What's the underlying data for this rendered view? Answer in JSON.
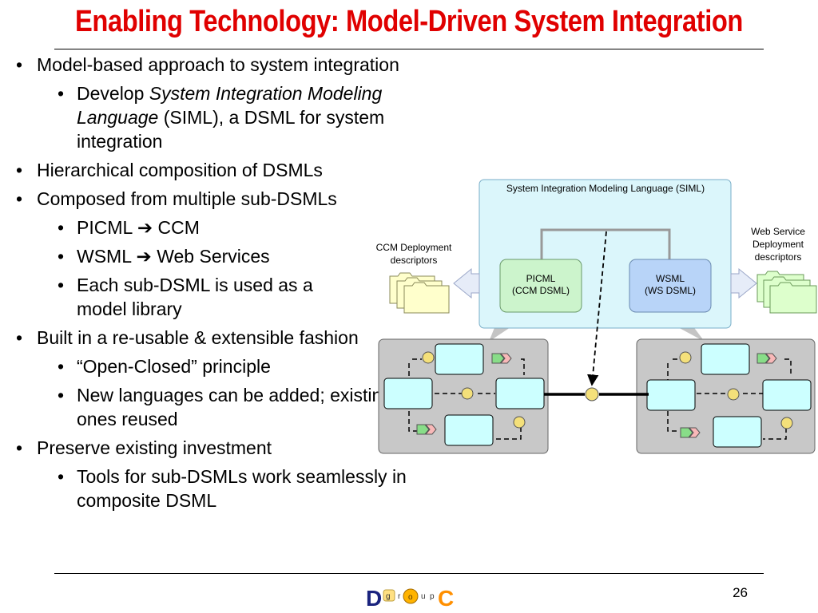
{
  "title": "Enabling Technology: Model-Driven System Integration",
  "bullets": {
    "b1": "Model-based approach to system integration",
    "b1_1_pre": "Develop ",
    "b1_1_em": "System Integration Modeling Language",
    "b1_1_post": " (SIML), a DSML for system integration",
    "b2": "Hierarchical composition of DSMLs",
    "b3": "Composed from multiple sub-DSMLs",
    "b3_1_left": "PICML",
    "b3_1_right": "CCM",
    "b3_2_left": "WSML",
    "b3_2_right": "Web Services",
    "b3_3": "Each sub-DSML is used  as a model library",
    "b4": "Built in a re-usable & extensible fashion",
    "b4_1": "“Open-Closed” principle",
    "b4_2": "New languages can be added; existing ones reused",
    "b5": "Preserve existing investment",
    "b5_1": "Tools for sub-DSMLs work seamlessly in composite DSML",
    "arrow_glyph": "➔"
  },
  "diagram": {
    "siml_label": "System Integration Modeling Language (SIML)",
    "picml_line1": "PICML",
    "picml_line2": "(CCM  DSML)",
    "wsml_line1": "WSML",
    "wsml_line2": "(WS  DSML)",
    "ccm_line1": "CCM Deployment",
    "ccm_line2": "descriptors",
    "ws_line1": "Web Service",
    "ws_line2": "Deployment",
    "ws_line3": "descriptors"
  },
  "footer": {
    "page_number": "26",
    "logo_letters": [
      "D",
      "g",
      "r",
      "o",
      "u",
      "p",
      "C"
    ]
  },
  "colors": {
    "title": "#e00000",
    "siml_box": "#dbf6fb",
    "picml_box": "#ccf4cc",
    "wsml_box": "#b8d4f8",
    "panel": "#c8c8c8",
    "component": "#ccffff",
    "port_yellow": "#f4e07a",
    "port_green": "#88dd88",
    "port_pink": "#f8b8b8",
    "folder_yellow": "#ffffcc",
    "folder_green": "#ddffcc"
  }
}
